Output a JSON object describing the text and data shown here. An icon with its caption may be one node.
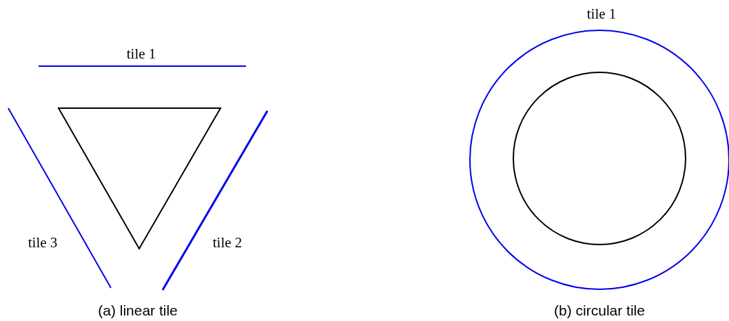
{
  "diagram": {
    "labels": [
      "tile 1",
      "tile 3",
      "tile 2",
      "(a) linear tile",
      "tile 1",
      "(b) circular tile"
    ]
  }
}
